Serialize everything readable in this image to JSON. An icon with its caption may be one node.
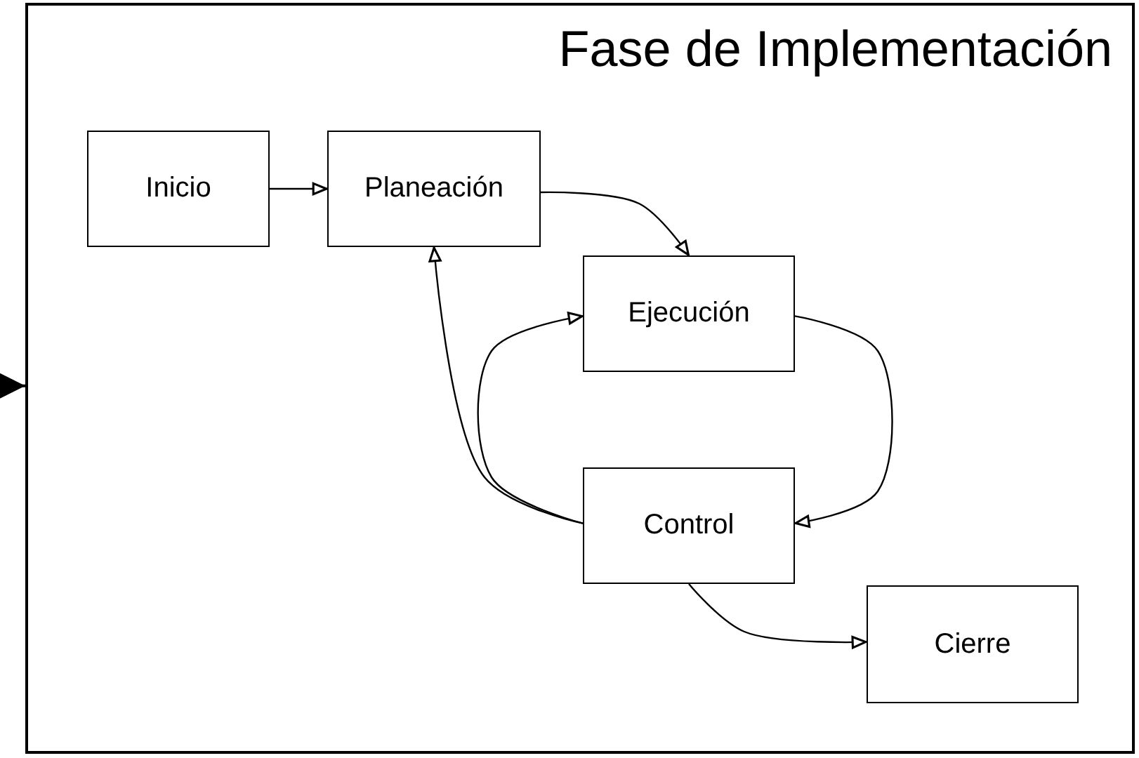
{
  "diagram": {
    "nodes": [
      {
        "text": [
          "Fase de Implementación"
        ]
      },
      {
        "text": [
          "Inicio"
        ],
        "in": 0
      },
      {
        "text": [
          "Planeación"
        ],
        "in": 0
      },
      {
        "text": [
          "Ejecución"
        ],
        "in": 0
      },
      {
        "text": [
          "Control"
        ],
        "in": 0
      },
      {
        "text": [
          "Cierre"
        ],
        "in": 0
      }
    ],
    "edges": [
      {
        "from": null,
        "to": 0,
        "arrow": "to"
      },
      {
        "from": 1,
        "to": 2,
        "arrow": "to"
      },
      {
        "from": 2,
        "to": 3,
        "arrow": "to"
      },
      {
        "from": 4,
        "to": 3,
        "arrow": "to"
      },
      {
        "from": 3,
        "to": 4,
        "arrow": "to"
      },
      {
        "from": 4,
        "to": 2,
        "arrow": "to"
      },
      {
        "from": 4,
        "to": 5,
        "arrow": "to"
      }
    ]
  }
}
